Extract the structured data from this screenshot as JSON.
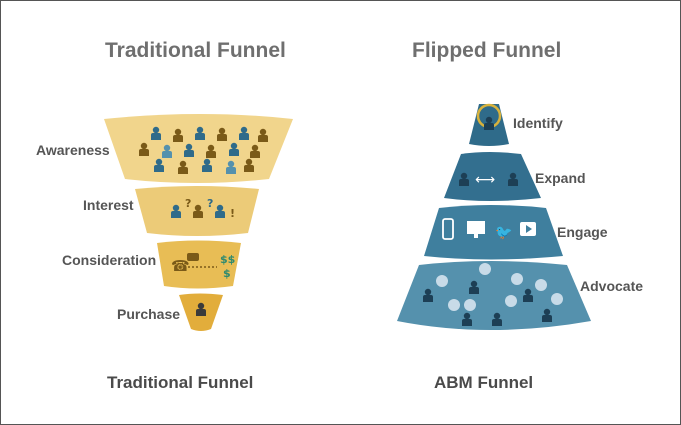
{
  "traditional": {
    "heading": "Traditional Funnel",
    "caption": "Traditional Funnel",
    "stages": [
      "Awareness",
      "Interest",
      "Consideration",
      "Purchase"
    ],
    "colors": {
      "top": "#f1d58c",
      "mid": "#eccb78",
      "lower": "#e8bd55",
      "bottom": "#e2ad3b",
      "dark": "#7a5a18"
    }
  },
  "flipped": {
    "heading": "Flipped Funnel",
    "caption": "ABM Funnel",
    "stages": [
      "Identify",
      "Expand",
      "Engage",
      "Advocate"
    ],
    "colors": {
      "tier1": "#2f6b8a",
      "tier2": "#336f8f",
      "tier3": "#3f7f9e",
      "tier4": "#5591ad",
      "ring": "#d8b23c",
      "bubble": "#c8dbe8"
    }
  },
  "icons": {
    "people": "person-icon",
    "questions": "question-mark-icon",
    "phone": "phone-icon",
    "dollar": "dollar-icon",
    "arrows": "double-arrow-icon",
    "mobile": "mobile-icon",
    "monitor": "monitor-icon",
    "twitter": "twitter-icon",
    "play": "play-icon"
  }
}
